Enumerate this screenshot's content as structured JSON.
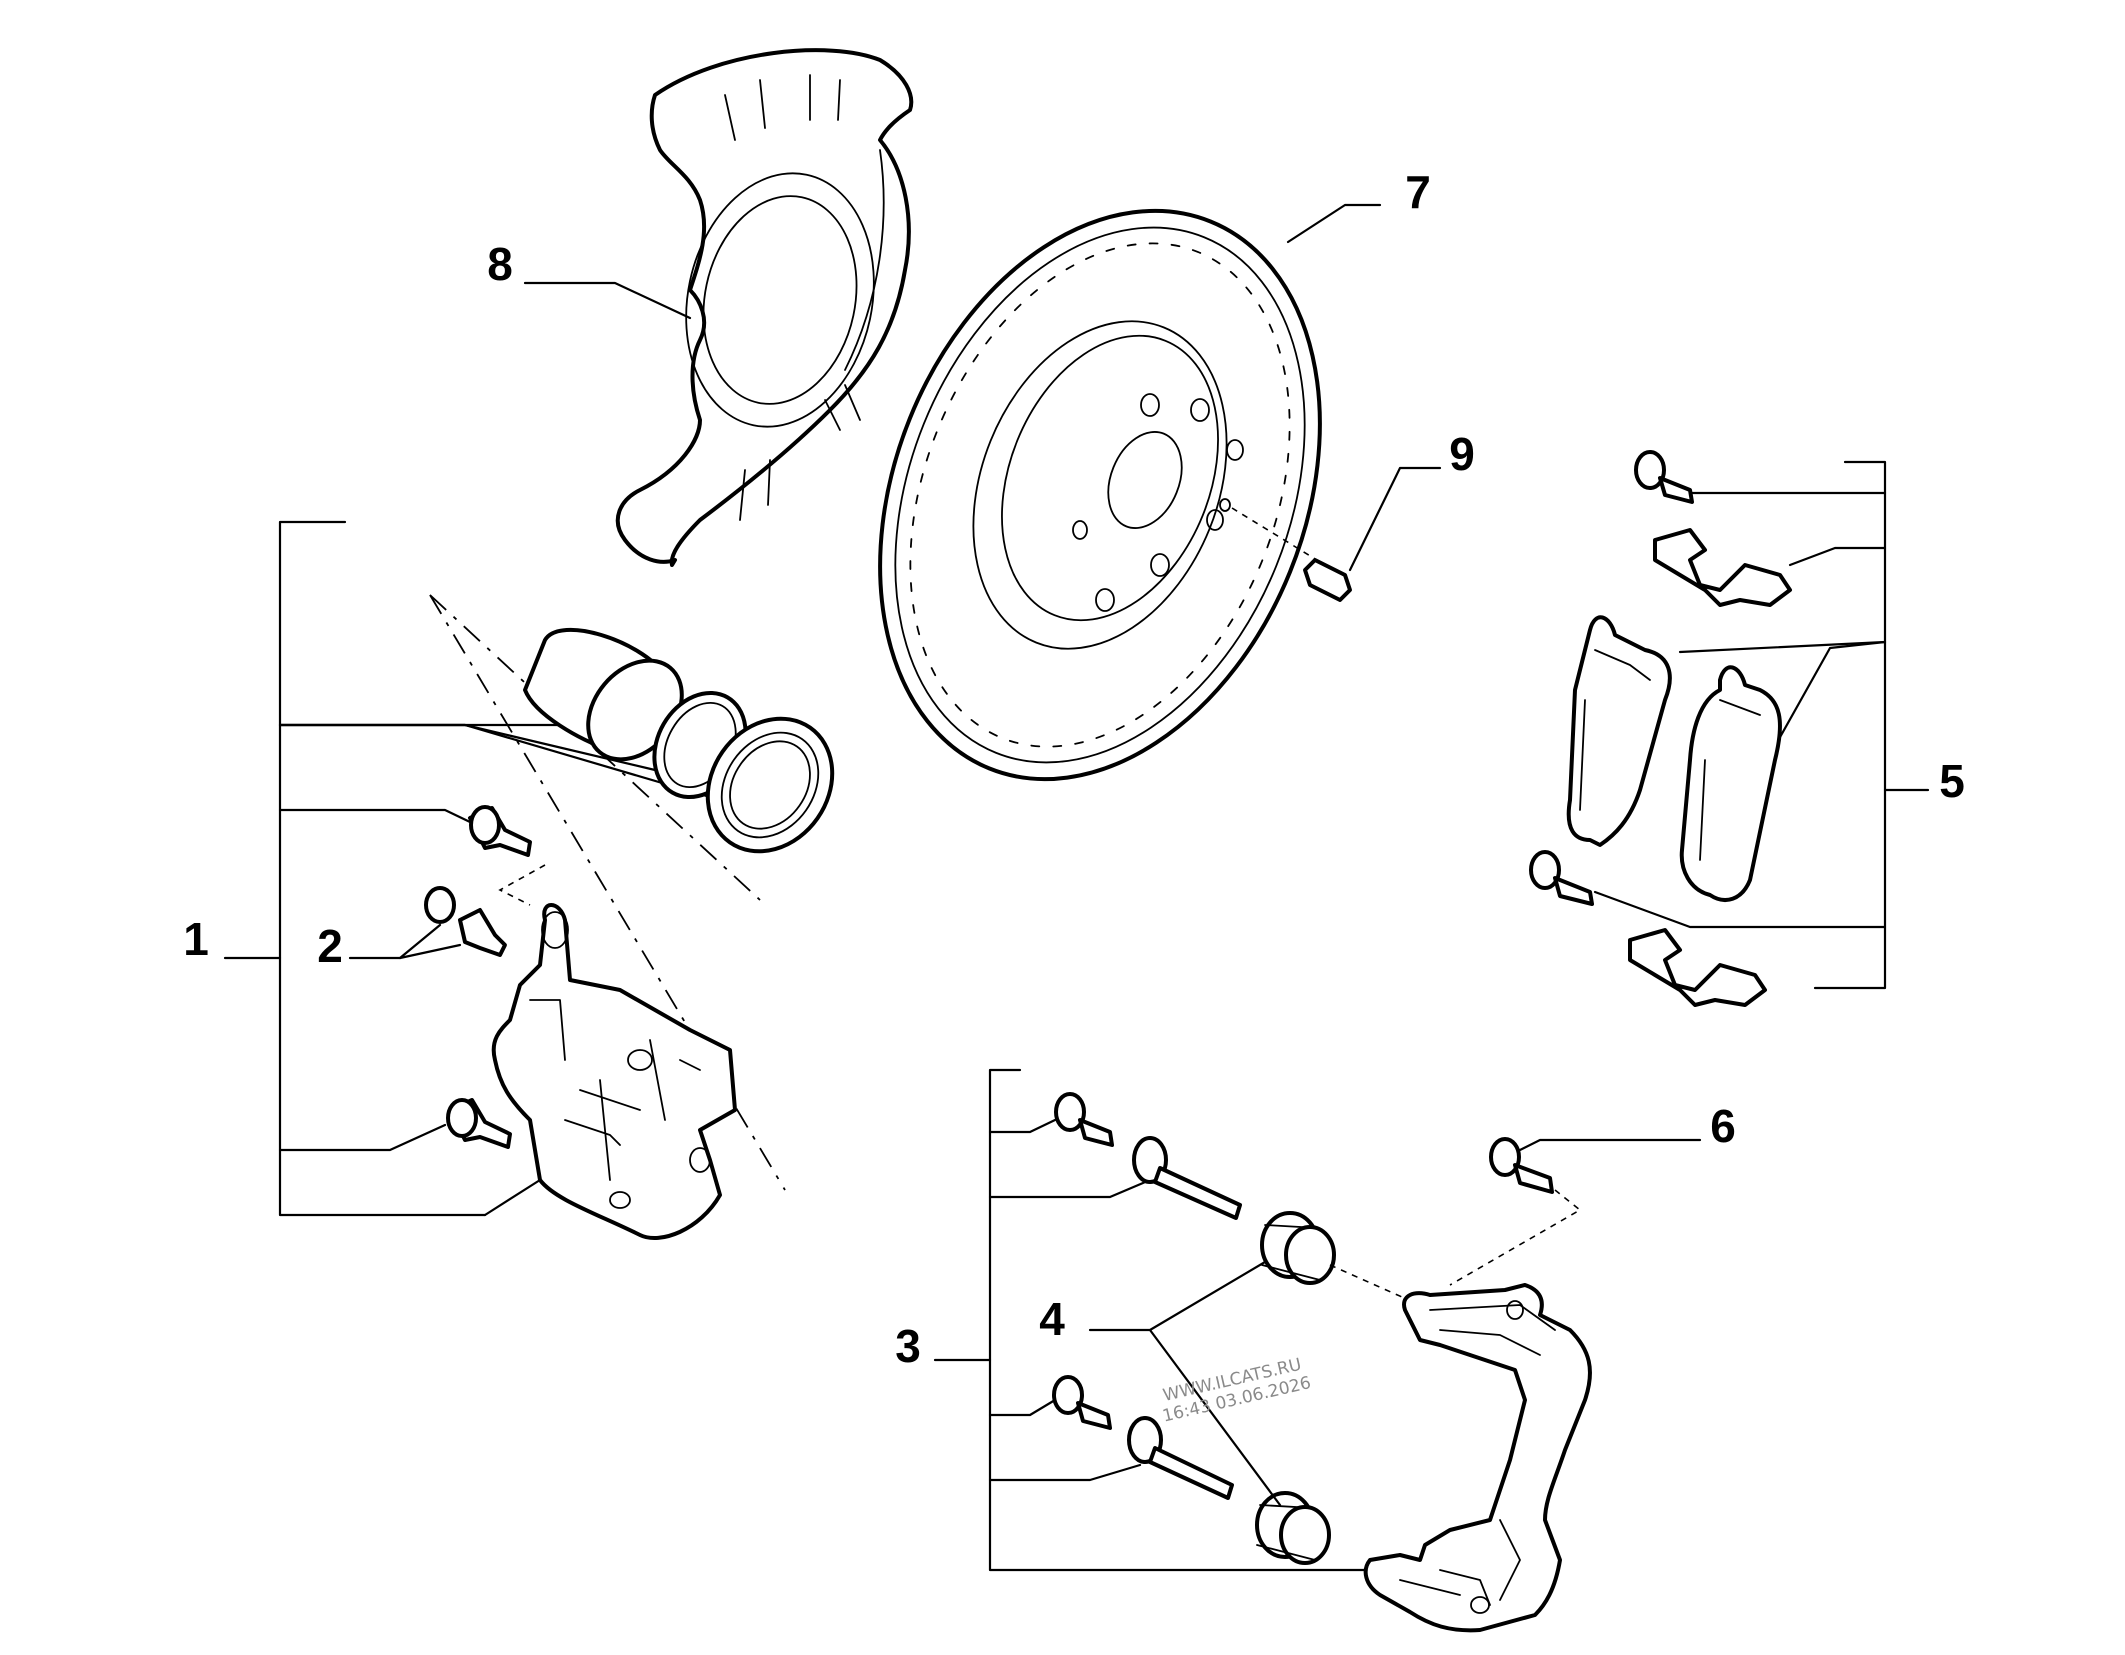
{
  "callouts": [
    {
      "id": "1",
      "label": "1"
    },
    {
      "id": "2",
      "label": "2"
    },
    {
      "id": "3",
      "label": "3"
    },
    {
      "id": "4",
      "label": "4"
    },
    {
      "id": "5",
      "label": "5"
    },
    {
      "id": "6",
      "label": "6"
    },
    {
      "id": "7",
      "label": "7"
    },
    {
      "id": "8",
      "label": "8"
    },
    {
      "id": "9",
      "label": "9"
    }
  ],
  "watermark": {
    "line1": "WWW.ILCATS.RU",
    "line2": "16:43 03.06.2026"
  },
  "colors": {
    "ink": "#000000",
    "background": "#ffffff",
    "watermark": "#8a8a8a"
  }
}
